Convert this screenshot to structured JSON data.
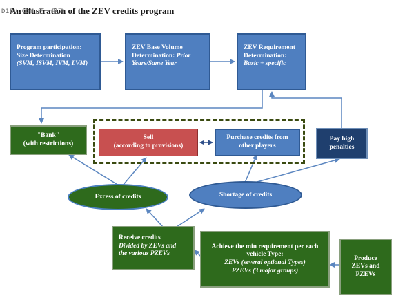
{
  "title": "An illustration of the ZEV credits program",
  "watermark": "D1EV.COM 第一电动",
  "colors": {
    "blue_box": "#4f7fc0",
    "green_box": "#2e6a1c",
    "red_box": "#c85050",
    "navy_box": "#1f3f6e",
    "arrow": "#5b86c0"
  },
  "boxes": {
    "program": {
      "line1": "Program participation:",
      "line2": "Size Determination",
      "line3": "(SVM, ISVM, IVM, LVM)"
    },
    "base": {
      "line1": "ZEV Base Volume",
      "line2": "Determination:",
      "line2_italic": "Prior",
      "line3": "Years/Same Year"
    },
    "requirement": {
      "line1": "ZEV Requirement",
      "line2": "Determination:",
      "line3": "Basic + specific"
    },
    "bank": {
      "line1": "\"Bank\"",
      "line2": "(with restrictions)"
    },
    "sell": {
      "line1": "Sell",
      "line2": "(according to provisions)"
    },
    "purchase": {
      "line1": "Purchase credits from",
      "line2": "other players"
    },
    "penalties": {
      "line1": "Pay high",
      "line2": "penalties"
    },
    "receive": {
      "line1": "Receive credits",
      "line2": "Divided by ZEVs and",
      "line3": "the various PZEVs"
    },
    "achieve": {
      "line1": "Achieve the min requirement per each",
      "line2": "vehicle Type:",
      "line3": "ZEVs (several optional Types)",
      "line4": "PZEVs (3 major groups)"
    },
    "produce": {
      "line1": "Produce",
      "line2": "ZEVs and",
      "line3": "PZEVs"
    }
  },
  "ellipses": {
    "excess": "Excess of credits",
    "shortage": "Shortage of credits"
  }
}
